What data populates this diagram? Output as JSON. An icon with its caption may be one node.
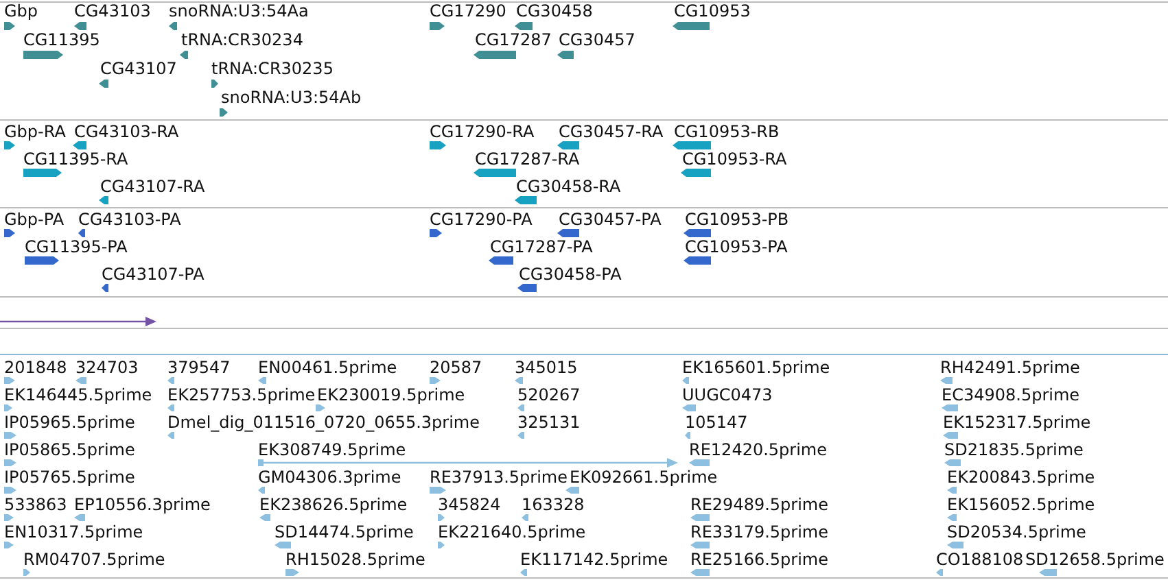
{
  "diagram": {
    "labels": [
      "Gbp",
      "CG43103",
      "snoRNA:U3:54Aa",
      "CG17290",
      "CG30458",
      "CG10953",
      "CG11395",
      "tRNA:CR30234",
      "CG17287",
      "CG30457",
      "CG43107",
      "tRNA:CR30235",
      "snoRNA:U3:54Ab",
      "Gbp-RA",
      "CG43103-RA",
      "CG17290-RA",
      "CG30457-RA",
      "CG10953-RB",
      "CG11395-RA",
      "CG17287-RA",
      "CG10953-RA",
      "CG43107-RA",
      "CG30458-RA",
      "Gbp-PA",
      "CG43103-PA",
      "CG17290-PA",
      "CG30457-PA",
      "CG10953-PB",
      "CG11395-PA",
      "CG17287-PA",
      "CG10953-PA",
      "CG43107-PA",
      "CG30458-PA",
      "201848",
      "324703",
      "379547",
      "EN00461.5prime",
      "20587",
      "345015",
      "EK165601.5prime",
      "RH42491.5prime",
      "EK146445.5prime",
      "EK257753.5prime",
      "EK230019.5prime",
      "520267",
      "UUGC0473",
      "EC34908.5prime",
      "IP05965.5prime",
      "Dmel_dig_011516_0720_0655.3prime",
      "325131",
      "105147",
      "EK152317.5prime",
      "IP05865.5prime",
      "EK308749.5prime",
      "RE12420.5prime",
      "SD21835.5prime",
      "IP05765.5prime",
      "GM04306.3prime",
      "RE37913.5prime",
      "EK092661.5prime",
      "EK200843.5prime",
      "533863",
      "EP10556.3prime",
      "EK238626.5prime",
      "345824",
      "163328",
      "RE29489.5prime",
      "EK156052.5prime",
      "EN10317.5prime",
      "SD14474.5prime",
      "EK221640.5prime",
      "RE33179.5prime",
      "SD20534.5prime",
      "RM04707.5prime",
      "RH15028.5prime",
      "EK117142.5prime",
      "RE25166.5prime",
      "CO188108",
      "SD12658.5prime"
    ]
  }
}
